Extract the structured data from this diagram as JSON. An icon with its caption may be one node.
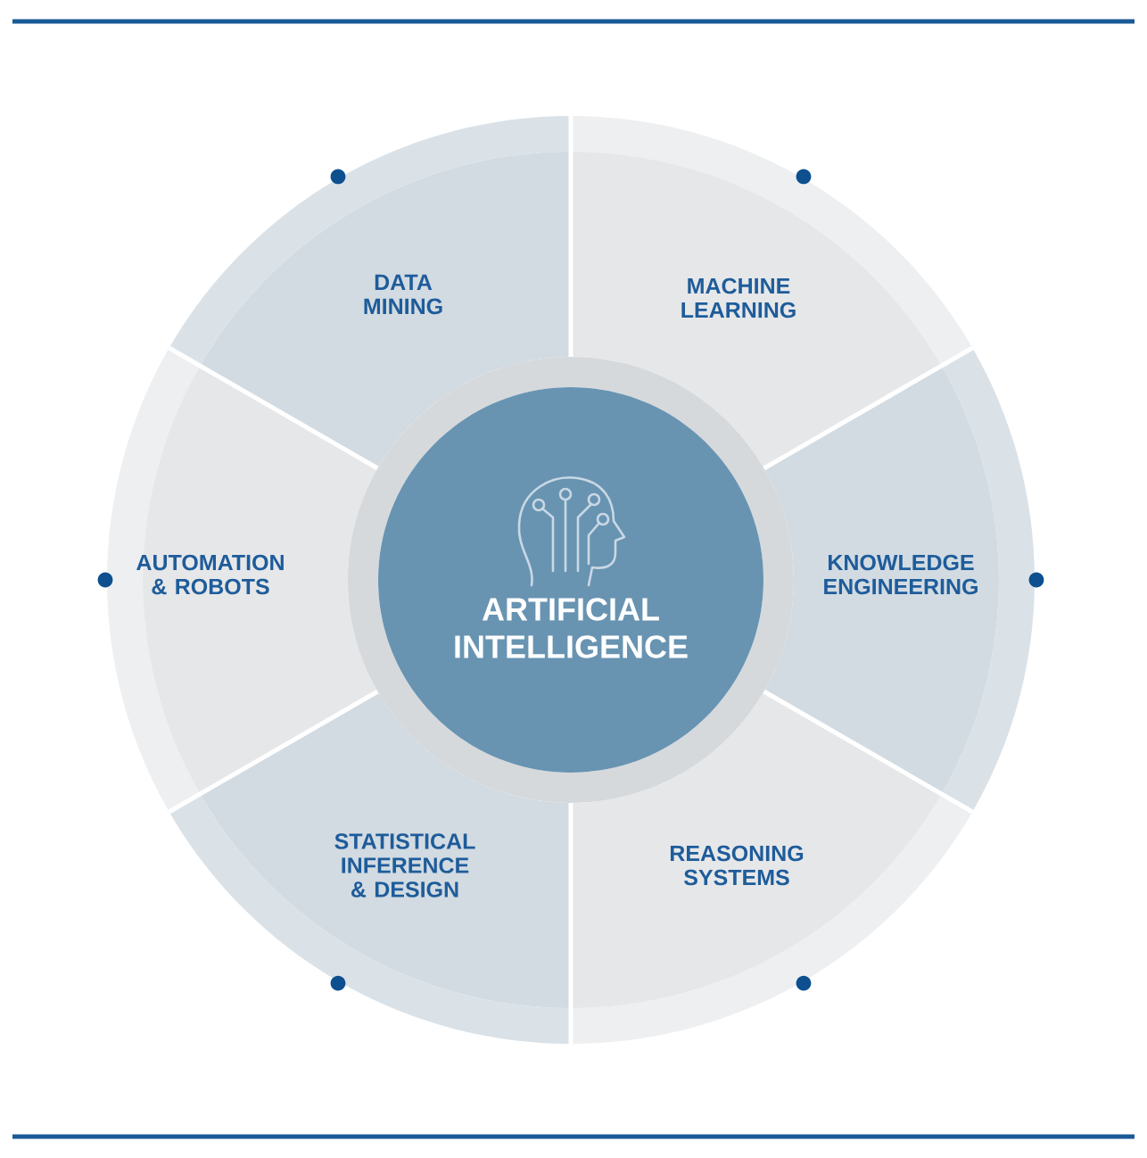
{
  "diagram": {
    "nodes": [
      {
        "text": [
          "DATA MINING"
        ]
      },
      {
        "text": [
          "MACHINE LEARNING"
        ]
      },
      {
        "text": [
          "AUTOMATION & ROBOTS"
        ]
      },
      {
        "text": [
          "ARTIFICIAL INTELLIGENCE"
        ]
      },
      {
        "text": [
          "KNOWLEDGE ENGINEERING"
        ]
      },
      {
        "text": [
          "STATISTICAL INFERENCE & DESIGN"
        ]
      },
      {
        "text": [
          "REASONING SYSTEMS"
        ]
      }
    ]
  }
}
